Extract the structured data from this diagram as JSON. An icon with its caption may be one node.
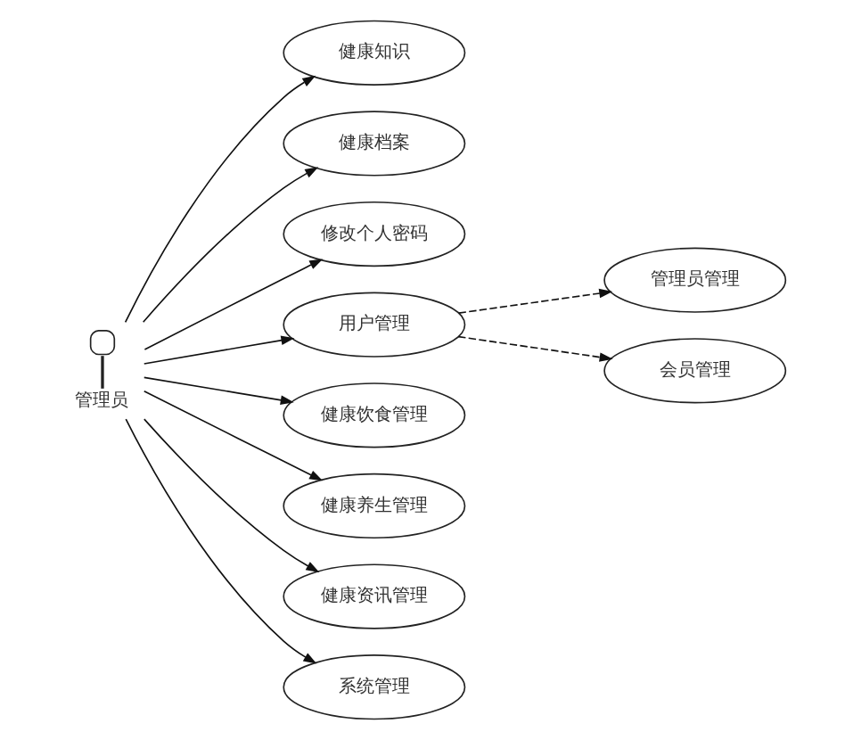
{
  "diagram": {
    "nodes": [
      {
        "text": [
          "管理员"
        ]
      },
      {
        "text": [
          "健康知识"
        ]
      },
      {
        "text": [
          "健康档案"
        ]
      },
      {
        "text": [
          "修改个人密码"
        ]
      },
      {
        "text": [
          "用户管理"
        ]
      },
      {
        "text": [
          "健康饮食管理"
        ]
      },
      {
        "text": [
          "健康养生管理"
        ]
      },
      {
        "text": [
          "健康资讯管理"
        ]
      },
      {
        "text": [
          "系统管理"
        ]
      },
      {
        "text": [
          "管理员管理"
        ]
      },
      {
        "text": [
          "会员管理"
        ]
      }
    ],
    "edges": [
      {
        "from": 0,
        "to": 1,
        "arrow": "to"
      },
      {
        "from": 0,
        "to": 2,
        "arrow": "to"
      },
      {
        "from": 0,
        "to": 3,
        "arrow": "to"
      },
      {
        "from": 0,
        "to": 4,
        "arrow": "to"
      },
      {
        "from": 0,
        "to": 5,
        "arrow": "to"
      },
      {
        "from": 0,
        "to": 6,
        "arrow": "to"
      },
      {
        "from": 0,
        "to": 7,
        "arrow": "to"
      },
      {
        "from": 0,
        "to": 8,
        "arrow": "to"
      },
      {
        "from": 4,
        "to": 9,
        "arrow": "to",
        "style": "dashed"
      },
      {
        "from": 4,
        "to": 10,
        "arrow": "to",
        "style": "dashed"
      }
    ]
  }
}
